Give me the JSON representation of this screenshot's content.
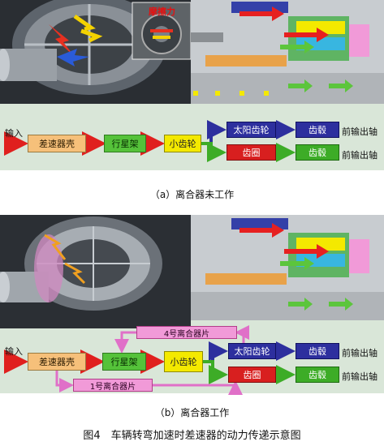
{
  "panel_a": {
    "friction_label": "摩擦力",
    "input_label": "输入",
    "diff_case": "差速器壳",
    "planet_carrier": "行星架",
    "pinion": "小齿轮",
    "sun_gear": "太阳齿轮",
    "ring_gear": "齿圈",
    "hub_top": "齿毂",
    "hub_bottom": "齿毂",
    "output_top": "前输出轴",
    "output_bottom": "前输出轴",
    "caption": "（a）离合器未工作"
  },
  "panel_b": {
    "input_label": "输入",
    "diff_case": "差速器壳",
    "planet_carrier": "行星架",
    "pinion": "小齿轮",
    "sun_gear": "太阳齿轮",
    "ring_gear": "齿圈",
    "hub_top": "齿毂",
    "hub_bottom": "齿毂",
    "clutch4": "4号离合器片",
    "clutch1": "1号离合器片",
    "output_top": "前输出轴",
    "output_bottom": "前输出轴",
    "caption": "（b）离合器工作"
  },
  "figure_title": "图4　车辆转弯加速时差速器的动力传递示意图"
}
